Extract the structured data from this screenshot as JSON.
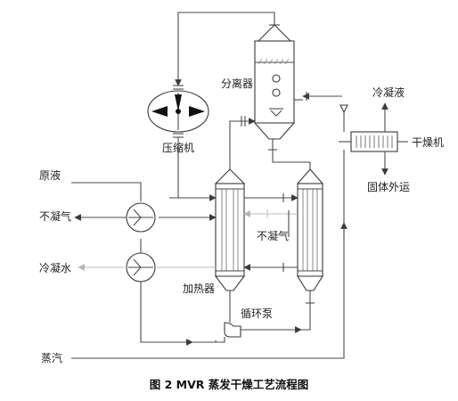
{
  "labels": {
    "separator": "分离器",
    "compressor": "压缩机",
    "raw_liquid": "原液",
    "noncond_gas_left": "不凝气",
    "cooling_water": "冷凝水",
    "heater": "加热器",
    "noncond_gas_mid": "不凝气",
    "circulation_pump": "循环泵",
    "steam": "蒸汽",
    "condensate": "冷凝液",
    "dryer": "干燥机",
    "solid_out": "固体外运"
  },
  "caption": "图 2 MVR 蒸发干燥工艺流程图",
  "colors": {
    "line": "#4a4a4a",
    "light_line": "#bdbdbd",
    "equipment": "#3a3a3a"
  }
}
